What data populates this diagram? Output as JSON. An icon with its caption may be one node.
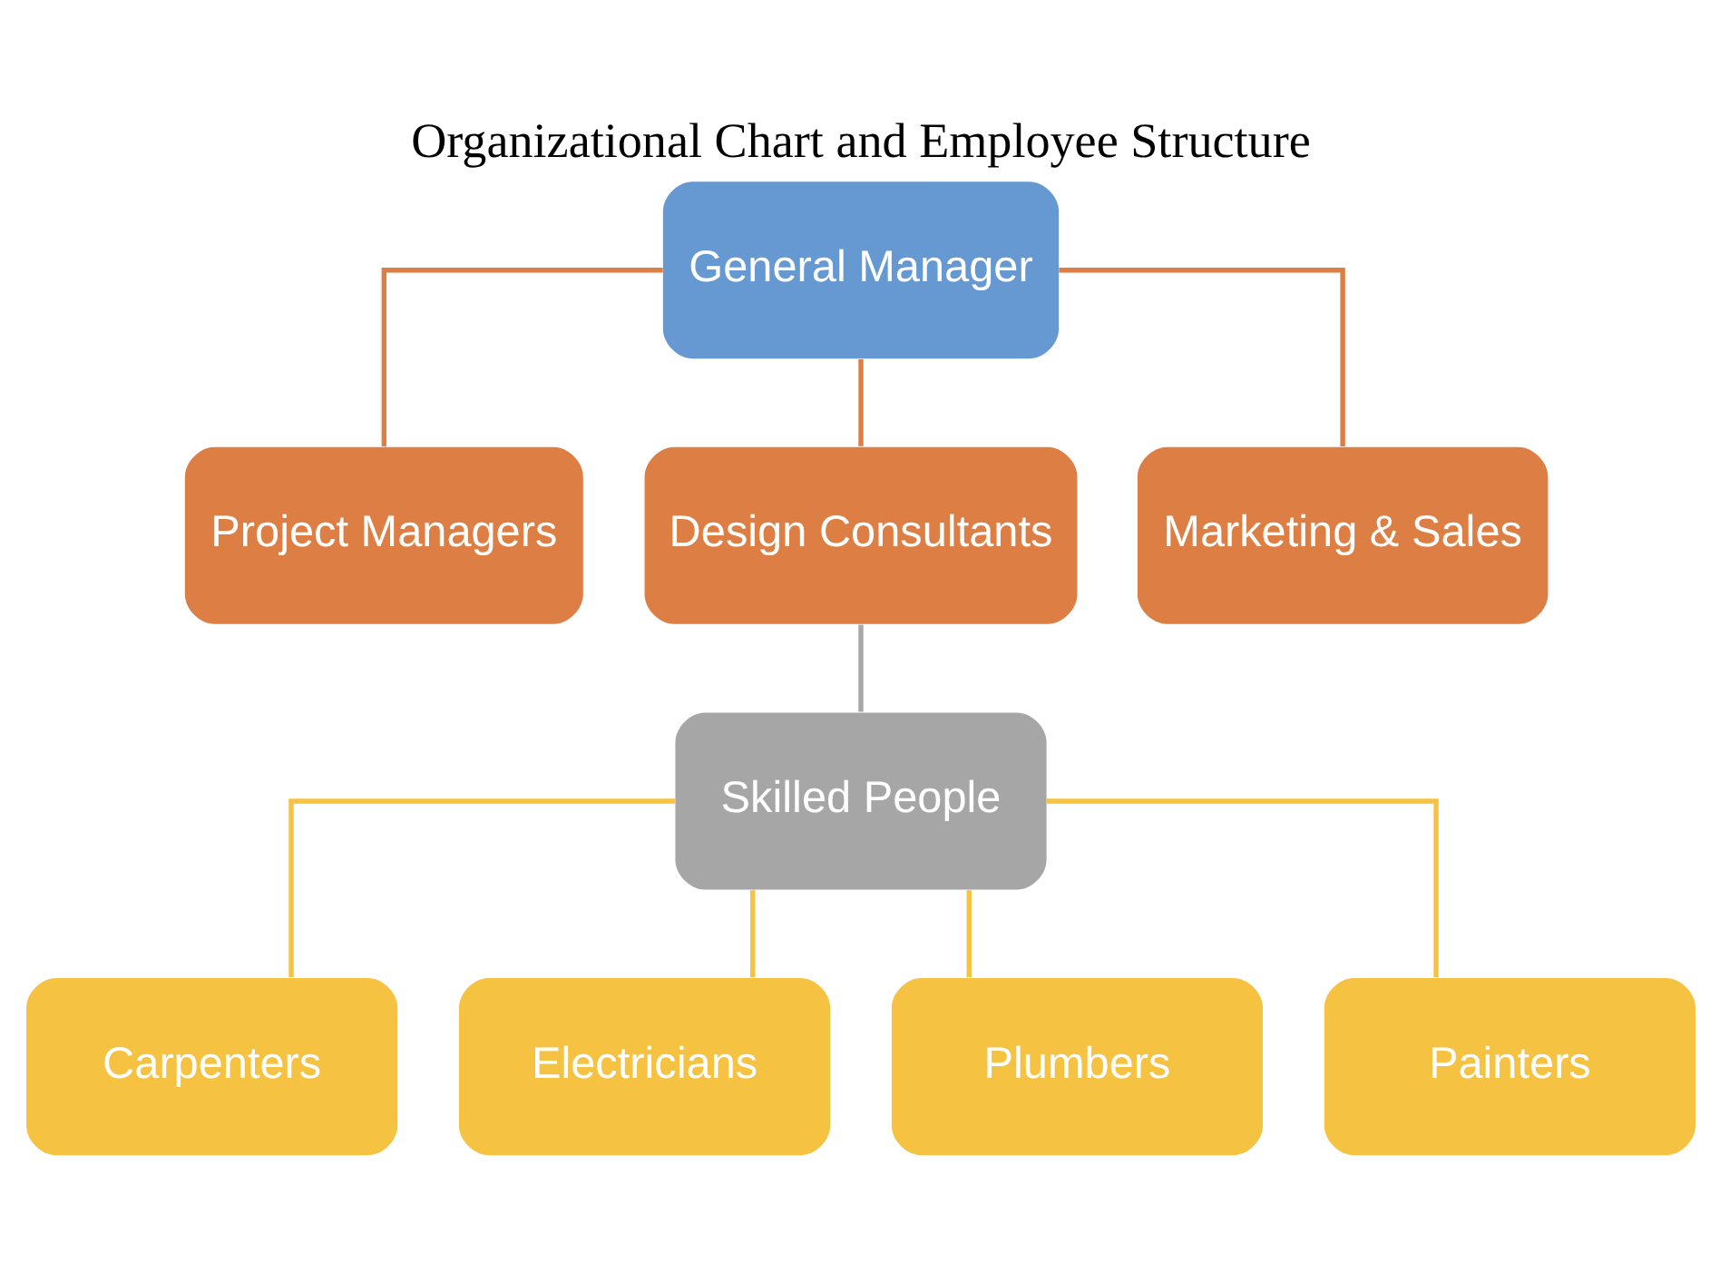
{
  "diagram": {
    "title": "Organizational Chart and Employee Structure",
    "nodes": [
      {
        "text": [
          "General Manager"
        ]
      },
      {
        "text": [
          "Project Managers"
        ]
      },
      {
        "text": [
          "Design Consultants"
        ]
      },
      {
        "text": [
          "Marketing & Sales"
        ]
      },
      {
        "text": [
          "Skilled People"
        ]
      },
      {
        "text": [
          "Carpenters"
        ]
      },
      {
        "text": [
          "Electricians"
        ]
      },
      {
        "text": [
          "Plumbers"
        ]
      },
      {
        "text": [
          "Painters"
        ]
      }
    ],
    "edges": [
      {
        "from": 0,
        "to": 1,
        "arrow": "none",
        "color": "#dd7f45"
      },
      {
        "from": 0,
        "to": 2,
        "arrow": "none",
        "color": "#dd7f45"
      },
      {
        "from": 0,
        "to": 3,
        "arrow": "none",
        "color": "#dd7f45"
      },
      {
        "from": 2,
        "to": 4,
        "arrow": "none",
        "color": "#a6a6a6"
      },
      {
        "from": 4,
        "to": 5,
        "arrow": "none"
      },
      {
        "from": 4,
        "to": 6,
        "arrow": "none"
      },
      {
        "from": 4,
        "to": 7,
        "arrow": "none"
      },
      {
        "from": 4,
        "to": 8,
        "arrow": "none"
      }
    ]
  }
}
